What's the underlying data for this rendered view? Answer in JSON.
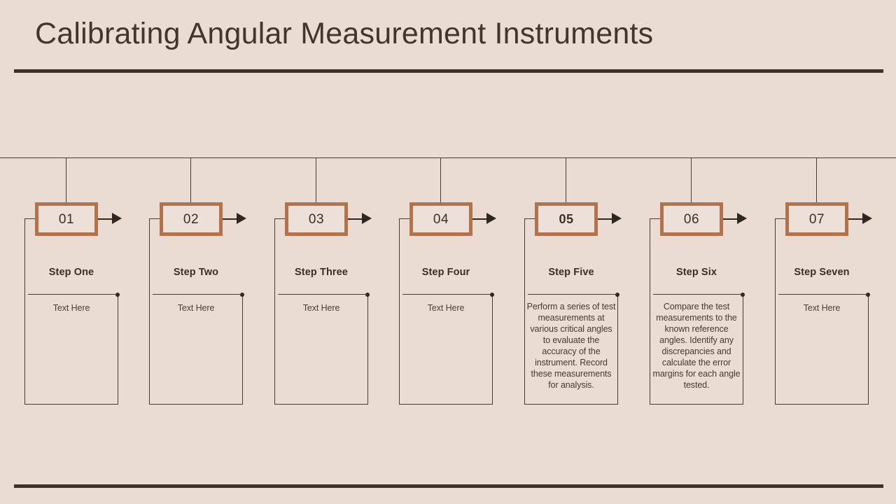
{
  "slide": {
    "title": "Calibrating Angular Measurement Instruments",
    "background_color": "#EBDCD3",
    "rule_color": "#3D322B",
    "accent_color": "#B5714A",
    "text_color": "#3A2E26",
    "line_color": "#4A3B31"
  },
  "steps": [
    {
      "number": "01",
      "title": "Step One",
      "body": "Text Here",
      "placeholder": true,
      "emphasis": false
    },
    {
      "number": "02",
      "title": "Step Two",
      "body": "Text Here",
      "placeholder": true,
      "emphasis": false
    },
    {
      "number": "03",
      "title": "Step Three",
      "body": "Text Here",
      "placeholder": true,
      "emphasis": false
    },
    {
      "number": "04",
      "title": "Step Four",
      "body": "Text Here",
      "placeholder": true,
      "emphasis": false
    },
    {
      "number": "05",
      "title": "Step Five",
      "body": "Perform a series of test measurements at various critical angles to evaluate the accuracy of the instrument. Record these measurements for analysis.",
      "placeholder": false,
      "emphasis": true
    },
    {
      "number": "06",
      "title": "Step Six",
      "body": "Compare the test measurements to the known reference angles. Identify any discrepancies and calculate the error margins for each angle tested.",
      "placeholder": false,
      "emphasis": false
    },
    {
      "number": "07",
      "title": "Step Seven",
      "body": "Text Here",
      "placeholder": true,
      "emphasis": false
    }
  ],
  "layout": {
    "step_left_positions": [
      35,
      213,
      392,
      570,
      749,
      928,
      1107
    ]
  }
}
